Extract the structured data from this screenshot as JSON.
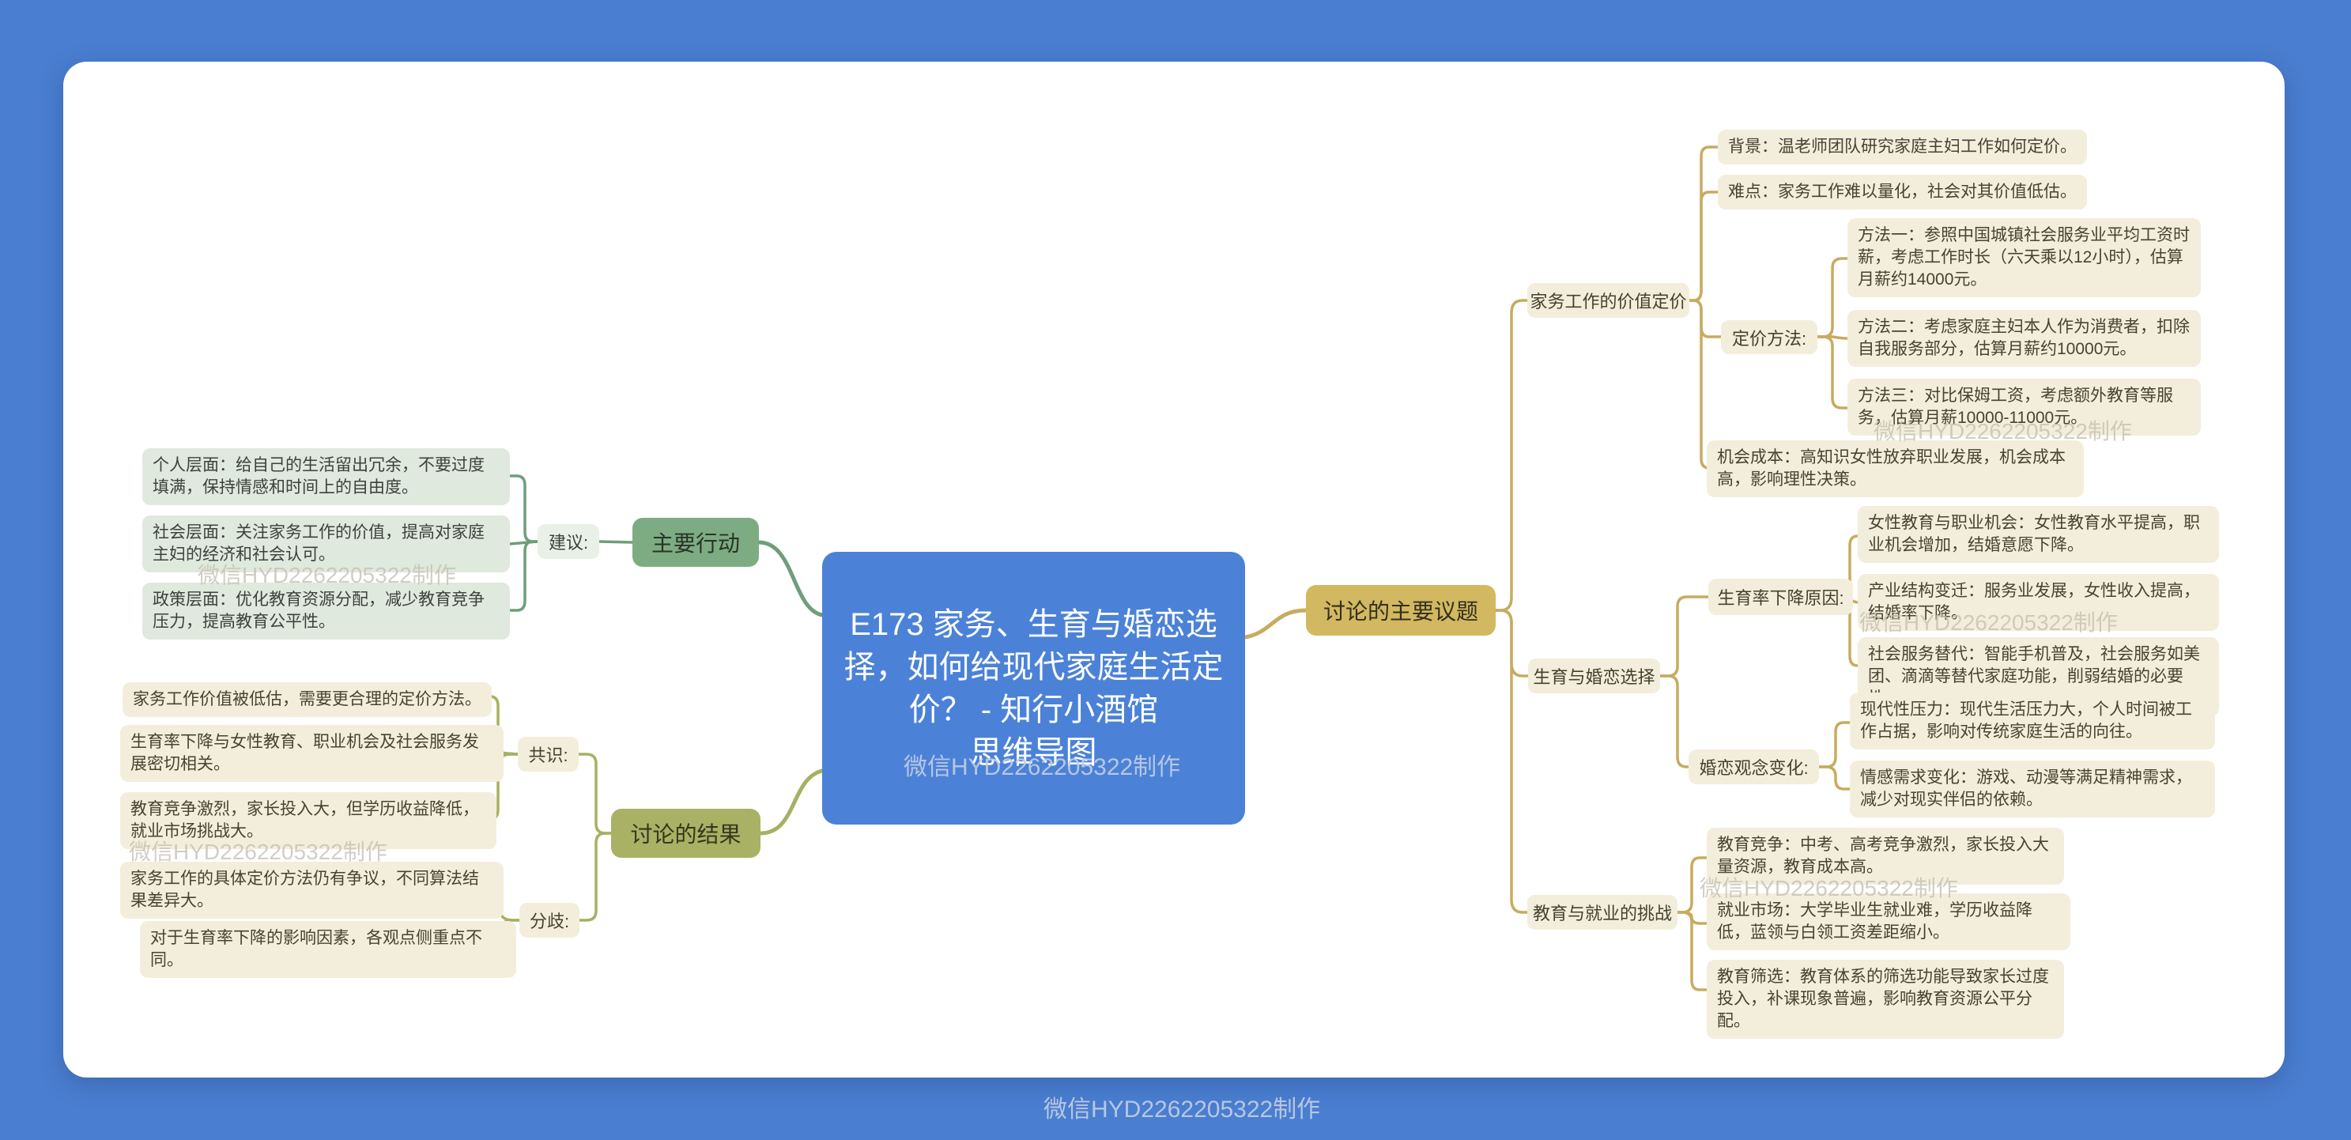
{
  "watermark": {
    "text": "微信HYD2262205322制作"
  },
  "center": {
    "title": "E173 家务、生育与婚恋选择，如何给现代家庭生活定价？ - 知行小酒馆",
    "subtitle": "思维导图"
  },
  "right": {
    "topic_label": "讨论的主要议题",
    "housework": {
      "label": "家务工作的价值定价",
      "background": "背景：温老师团队研究家庭主妇工作如何定价。",
      "difficulty": "难点：家务工作难以量化，社会对其价值低估。",
      "pricing_label": "定价方法:",
      "methods": [
        "方法一：参照中国城镇社会服务业平均工资时薪，考虑工作时长（六天乘以12小时），估算月薪约14000元。",
        "方法二：考虑家庭主妇本人作为消费者，扣除自我服务部分，估算月薪约10000元。",
        "方法三：对比保姆工资，考虑额外教育等服务，估算月薪10000-11000元。"
      ],
      "opportunity_cost": "机会成本：高知识女性放弃职业发展，机会成本高，影响理性决策。"
    },
    "fertility": {
      "label": "生育与婚恋选择",
      "decline_label": "生育率下降原因:",
      "decline_reasons": [
        "女性教育与职业机会：女性教育水平提高，职业机会增加，结婚意愿下降。",
        "产业结构变迁：服务业发展，女性收入提高，结婚率下降。",
        "社会服务替代：智能手机普及，社会服务如美团、滴滴等替代家庭功能，削弱结婚的必要性。"
      ],
      "attitude_label": "婚恋观念变化:",
      "attitude_changes": [
        "现代性压力：现代生活压力大，个人时间被工作占据，影响对传统家庭生活的向往。",
        "情感需求变化：游戏、动漫等满足精神需求，减少对现实伴侣的依赖。"
      ]
    },
    "education": {
      "label": "教育与就业的挑战",
      "items": [
        "教育竞争：中考、高考竞争激烈，家长投入大量资源，教育成本高。",
        "就业市场：大学毕业生就业难，学历收益降低，蓝领与白领工资差距缩小。",
        "教育筛选：教育体系的筛选功能导致家长过度投入，补课现象普遍，影响教育资源公平分配。"
      ]
    }
  },
  "left": {
    "actions": {
      "label": "主要行动",
      "suggestions_label": "建议:",
      "suggestions": [
        "个人层面：给自己的生活留出冗余，不要过度填满，保持情感和时间上的自由度。",
        "社会层面：关注家务工作的价值，提高对家庭主妇的经济和社会认可。",
        "政策层面：优化教育资源分配，减少教育竞争压力，提高教育公平性。"
      ]
    },
    "results": {
      "label": "讨论的结果",
      "consensus_label": "共识:",
      "consensus": [
        "家务工作价值被低估，需要更合理的定价方法。",
        "生育率下降与女性教育、职业机会及社会服务发展密切相关。",
        "教育竞争激烈，家长投入大，但学历收益降低，就业市场挑战大。"
      ],
      "disagreement_label": "分歧:",
      "disagreements": [
        "家务工作的具体定价方法仍有争议，不同算法结果差异大。",
        "对于生育率下降的影响因素，各观点侧重点不同。"
      ]
    }
  },
  "colors": {
    "background_blue": "#4a7ed0",
    "center_node_blue": "#4b82d8",
    "gold_node": "#d2b860",
    "olive_node": "#a9b164",
    "green_node": "#7dac82",
    "cream_leaf": "#f3eedb",
    "green_leaf": "#dfe9dd",
    "line_gold": "#c8ab60",
    "line_green": "#6f9e79",
    "line_olive": "#a8b061"
  }
}
